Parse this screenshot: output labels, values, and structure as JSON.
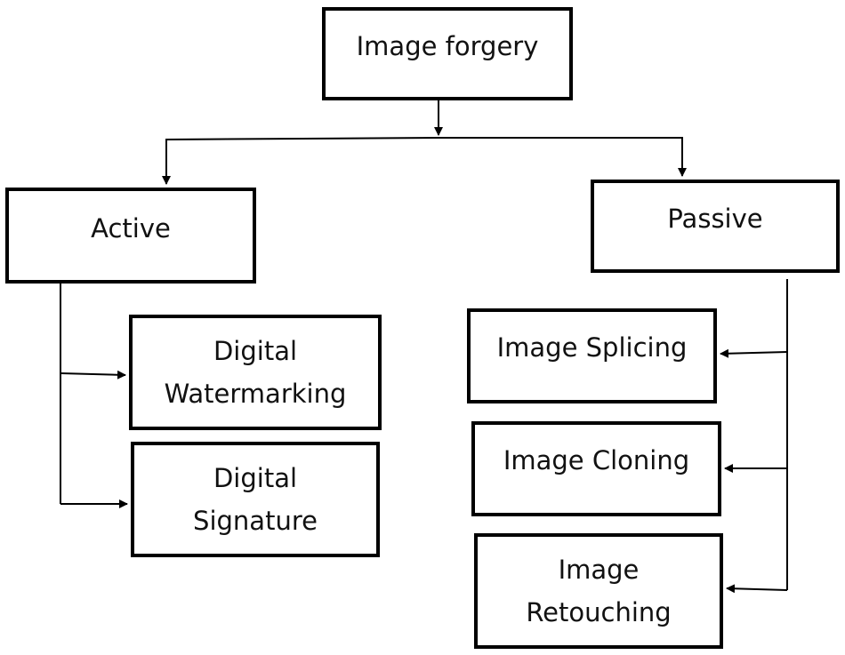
{
  "diagram": {
    "root": {
      "label": "Image forgery"
    },
    "active": {
      "label": "Active",
      "children": [
        {
          "lines": [
            "Digital",
            "Watermarking"
          ]
        },
        {
          "lines": [
            "Digital",
            "Signature"
          ]
        }
      ]
    },
    "passive": {
      "label": "Passive",
      "children": [
        {
          "lines": [
            "Image Splicing"
          ]
        },
        {
          "lines": [
            "Image Cloning"
          ]
        },
        {
          "lines": [
            "Image",
            "Retouching"
          ]
        }
      ]
    }
  }
}
